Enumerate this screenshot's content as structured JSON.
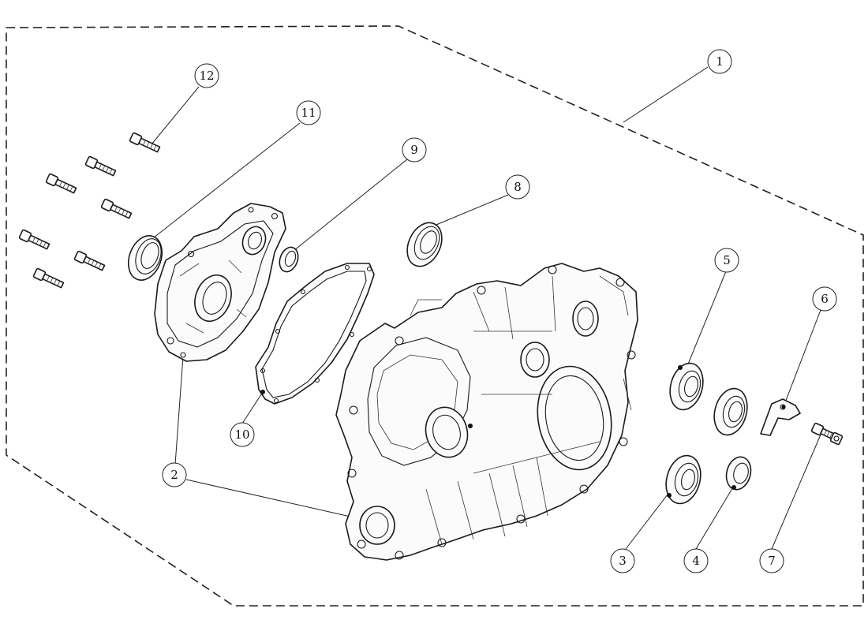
{
  "diagram": {
    "callouts": [
      {
        "id": "1",
        "label": "1"
      },
      {
        "id": "2",
        "label": "2"
      },
      {
        "id": "3",
        "label": "3"
      },
      {
        "id": "4",
        "label": "4"
      },
      {
        "id": "5",
        "label": "5"
      },
      {
        "id": "6",
        "label": "6"
      },
      {
        "id": "7",
        "label": "7"
      },
      {
        "id": "8",
        "label": "8"
      },
      {
        "id": "9",
        "label": "9"
      },
      {
        "id": "10",
        "label": "10"
      },
      {
        "id": "11",
        "label": "11"
      },
      {
        "id": "12",
        "label": "12"
      }
    ],
    "colors": {
      "line": "#1a1a1a",
      "fill": "#fbfbfb",
      "background": "#ffffff"
    }
  }
}
